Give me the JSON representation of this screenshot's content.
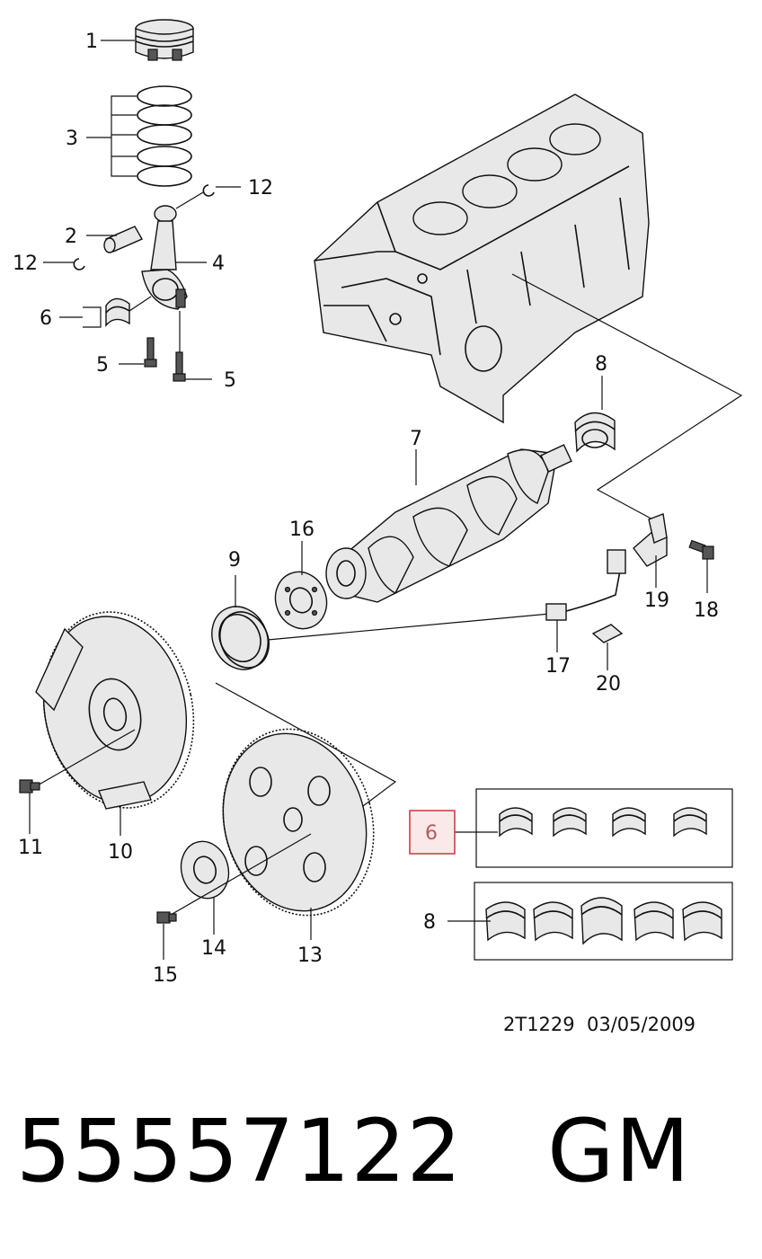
{
  "diagram": {
    "callouts": [
      {
        "id": "c1",
        "text": "1"
      },
      {
        "id": "c2",
        "text": "2"
      },
      {
        "id": "c3",
        "text": "3"
      },
      {
        "id": "c4",
        "text": "4"
      },
      {
        "id": "c5a",
        "text": "5"
      },
      {
        "id": "c5b",
        "text": "5"
      },
      {
        "id": "c6",
        "text": "6"
      },
      {
        "id": "c6box",
        "text": "6"
      },
      {
        "id": "c7",
        "text": "7"
      },
      {
        "id": "c8a",
        "text": "8"
      },
      {
        "id": "c8b",
        "text": "8"
      },
      {
        "id": "c9",
        "text": "9"
      },
      {
        "id": "c10",
        "text": "10"
      },
      {
        "id": "c11",
        "text": "11"
      },
      {
        "id": "c12a",
        "text": "12"
      },
      {
        "id": "c12b",
        "text": "12"
      },
      {
        "id": "c13",
        "text": "13"
      },
      {
        "id": "c14",
        "text": "14"
      },
      {
        "id": "c15",
        "text": "15"
      },
      {
        "id": "c16",
        "text": "16"
      },
      {
        "id": "c17",
        "text": "17"
      },
      {
        "id": "c18",
        "text": "18"
      },
      {
        "id": "c19",
        "text": "19"
      },
      {
        "id": "c20",
        "text": "20"
      }
    ],
    "highlight_color": "#cc4444",
    "highlight_fill": "#fbe9e9",
    "drawing_code": "2T1229",
    "date": "03/05/2009"
  },
  "footer": {
    "part_number": "55557122",
    "brand": "GM"
  }
}
